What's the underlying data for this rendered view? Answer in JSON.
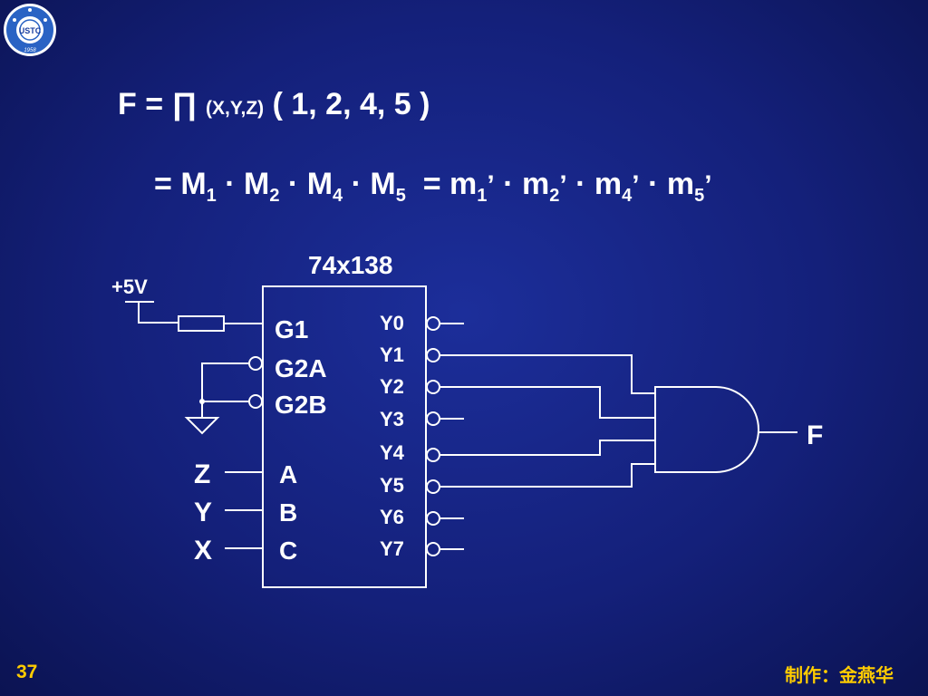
{
  "formula": {
    "line1": {
      "lhs": "F =",
      "pi": "∏",
      "vars": "(X,Y,Z)",
      "terms": "( 1, 2, 4, 5 )"
    },
    "line2": {
      "eq1": "=",
      "maxterms": [
        {
          "letter": "M",
          "index": "1"
        },
        {
          "letter": "M",
          "index": "2"
        },
        {
          "letter": "M",
          "index": "4"
        },
        {
          "letter": "M",
          "index": "5"
        }
      ],
      "eq2": "=",
      "minterms": [
        {
          "letter": "m",
          "index": "1",
          "prime": "’"
        },
        {
          "letter": "m",
          "index": "2",
          "prime": "’"
        },
        {
          "letter": "m",
          "index": "4",
          "prime": "’"
        },
        {
          "letter": "m",
          "index": "5",
          "prime": "’"
        }
      ],
      "dot": "·"
    }
  },
  "diagram": {
    "chip_name": "74x138",
    "supply_label": "+5V",
    "enable_pins": [
      "G1",
      "G2A",
      "G2B"
    ],
    "select_pins": [
      "A",
      "B",
      "C"
    ],
    "select_inputs": [
      "Z",
      "Y",
      "X"
    ],
    "outputs": [
      "Y0",
      "Y1",
      "Y2",
      "Y3",
      "Y4",
      "Y5",
      "Y6",
      "Y7"
    ],
    "gate_output_label": "F"
  },
  "footer": {
    "page_number": "37",
    "credit": "制作：金燕华"
  },
  "colors": {
    "background": "#14207a",
    "text": "#ffffff",
    "footer": "#ffcc00"
  }
}
